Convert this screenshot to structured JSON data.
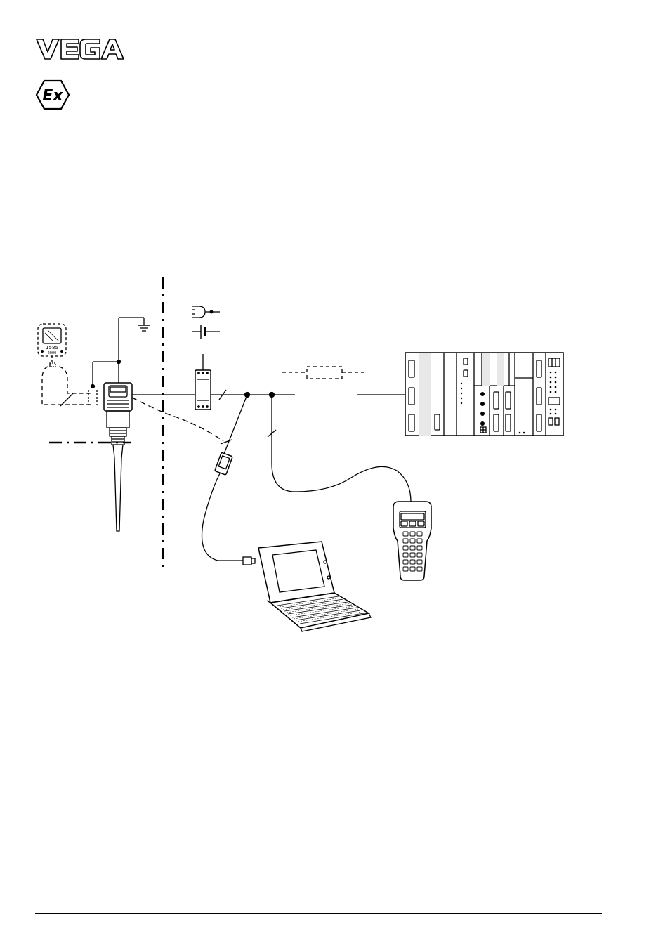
{
  "header": {
    "logo_text": "VEGA",
    "logo_icon": "vega-logo",
    "ex_icon": "ex-explosion-protection-icon",
    "ex_text": "Ex"
  },
  "diagram": {
    "sensor_indicator_text": "1585",
    "sensor_indicator_subtext": "2000"
  }
}
